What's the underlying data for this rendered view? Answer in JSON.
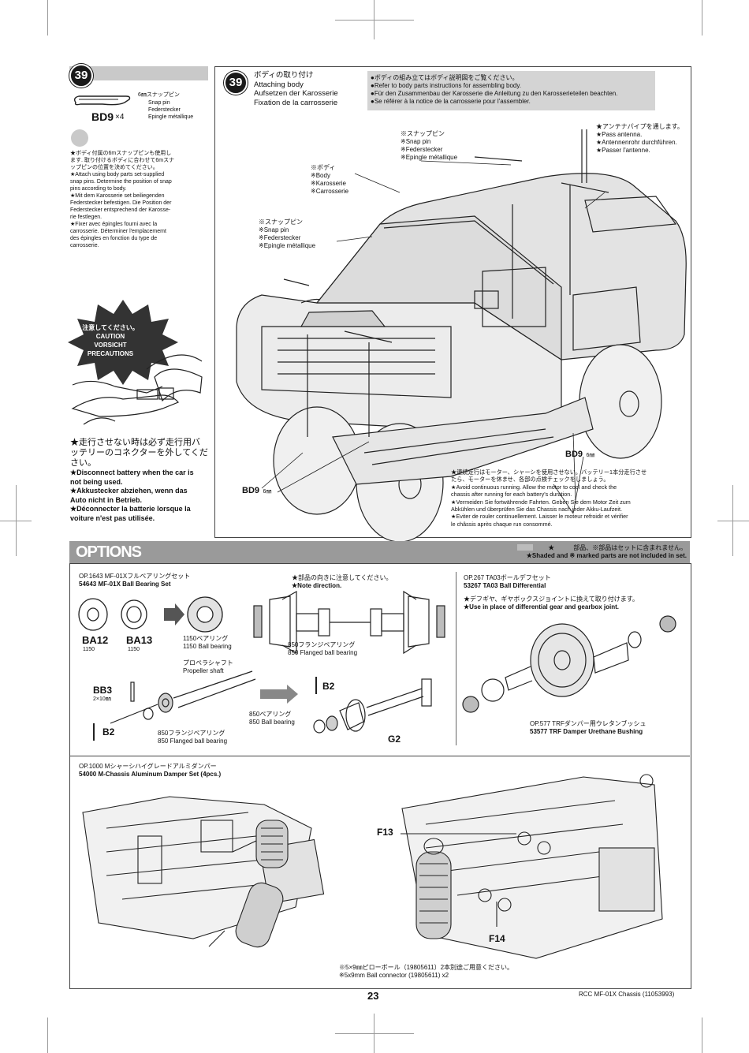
{
  "step39_left": {
    "number": "39",
    "part_jp": "6㎜スナップピン",
    "part_lines": [
      "Snap pin",
      "Federstecker",
      "Epingle métallique"
    ],
    "part_code": "BD9",
    "part_qty": "×4",
    "note_lines": [
      "★ボディ付属の6mスナップピンも使用し",
      "ます. 取り付けるボディに合わせて6mスナ",
      "ップピンの位置を決めてください。",
      "★Attach using body parts set-supplied",
      "snap pins. Determine the position of snap",
      "pins according to body.",
      "★Mit dem Karosserie set beiliegenden",
      "Federstecker befestigen. Die Position der",
      "Federstecker entsprechend der Karosse-",
      "rie festlegen.",
      "★Fixer avec épingles fourni avec la",
      "carrosserie. Déterminer l'emplacememt",
      "des épingles en fonction du type de",
      "carrosserie."
    ],
    "caution_lines": [
      "注意してください。",
      "CAUTION",
      "VORSICHT",
      "PRECAUTIONS"
    ],
    "battery_lines": [
      "★走行させない時は必ず走行用バ",
      "ッテリーのコネクターを外してくだ",
      "さい。",
      "★Disconnect battery when the car is",
      "not being used.",
      "★Akkustecker abziehen, wenn das",
      "Auto nicht in Betrieb.",
      "★Déconnecter la batterie lorsque la",
      "voiture n'est pas utilisée."
    ]
  },
  "step39_main": {
    "number": "39",
    "title_lines": [
      "ボディの取り付け",
      "Attaching body",
      "Aufsetzen der Karosserie",
      "Fixation de la carrosserie"
    ],
    "ref_lines": [
      "●ボディの組み立てはボディ説明図をご覧ください。",
      "●Refer to body parts instructions for assembling body.",
      "●Für den Zusammenbau der Karosserie die Anleitung zu den Karosserieteilen beachten.",
      "●Se référer à la notice de la carrosserie pour l'assembler."
    ],
    "snap_pin_top": [
      "※スナップピン",
      "※Snap pin",
      "※Federstecker",
      "※Epingle métallique"
    ],
    "body_label": [
      "※ボディ",
      "※Body",
      "※Karosserie",
      "※Carrosserie"
    ],
    "snap_pin_left": [
      "※スナップピン",
      "※Snap pin",
      "※Federstecker",
      "※Epingle métallique"
    ],
    "antenna_lines": [
      "★アンテナパイプを通します。",
      "★Pass antenna.",
      "★Antennenrohr durchführen.",
      "★Passer l'antenne."
    ],
    "bd9_right_code": "BD9",
    "bd9_right_size": "6㎜",
    "bd9_left_code": "BD9",
    "bd9_left_size": "6㎜",
    "running_lines": [
      "★連続走行はモーター、シャーシを使用させない。バッテリー1本分走行させ",
      "たら、モーターを休ませ、各部の点検チェックをしましょう。",
      "★Avoid continuous running. Allow the motor to cool and check the",
      "chassis after running for each battery's duration.",
      "★Vermeiden Sie fortwährende Fahrten. Geben Sie dem Motor Zeit zum",
      "Abkühlen und überprüfen Sie das Chassis nach jeder Akku-Laufzeit.",
      "★Eviter de rouler continuellement. Laisser le moteur refroidir et vérifier",
      "le châssis après chaque run consommé."
    ]
  },
  "options": {
    "title": "OPTIONS",
    "note_jp": "★　　　部品、※部品はセットに含まれません。",
    "note_en": "★Shaded and ※ marked parts are not included in set.",
    "op1643": {
      "line1": "OP.1643 MF-01Xフルベアリングセット",
      "line2": "54643 MF-01X Ball Bearing Set",
      "ba12": "BA12",
      "ba12_sub": "1150",
      "ba13": "BA13",
      "ba13_sub": "1150",
      "bearing1150_jp": "1150ベアリング",
      "bearing1150_en": "1150 Ball bearing",
      "note_jp": "★部品の向きに注意してください。",
      "note_en": "★Note direction.",
      "flanged850_jp": "850フランジベアリング",
      "flanged850_en": "850 Flanged ball bearing",
      "propeller_jp": "プロペラシャフト",
      "propeller_en": "Propeller shaft",
      "bb3": "BB3",
      "bb3_size": "2×10㎜",
      "b2_left": "B2",
      "b2_right": "B2",
      "flanged850b_jp": "850フランジベアリング",
      "flanged850b_en": "850 Flanged ball bearing",
      "bearing850_jp": "850ベアリング",
      "bearing850_en": "850 Ball bearing",
      "g2": "G2"
    },
    "op267": {
      "line1": "OP.267 TA03ボールデフセット",
      "line2": "53267 TA03 Ball Differential",
      "note1": "★デフギヤ、ギヤボックスジョイントに換えて取り付けます。",
      "note2": "★Use in place of differential gear and gearbox joint.",
      "op577_line1": "OP.577 TRFダンパー用ウレタンブッシュ",
      "op577_line2": "53577 TRF Damper Urethane Bushing"
    },
    "op1000": {
      "line1": "OP.1000 Mシャーシハイグレードアルミダンパー",
      "line2": "54000 M-Chassis Aluminum Damper Set (4pcs.)",
      "f13": "F13",
      "f14": "F14",
      "ball_jp": "※5×9㎜ピローボール（19805611）2本別途ご用意ください。",
      "ball_en": "※5x9mm Ball connector (19805611) x2"
    }
  },
  "footer": {
    "page_number": "23",
    "manual": "RCC MF-01X Chassis (11053993)"
  }
}
